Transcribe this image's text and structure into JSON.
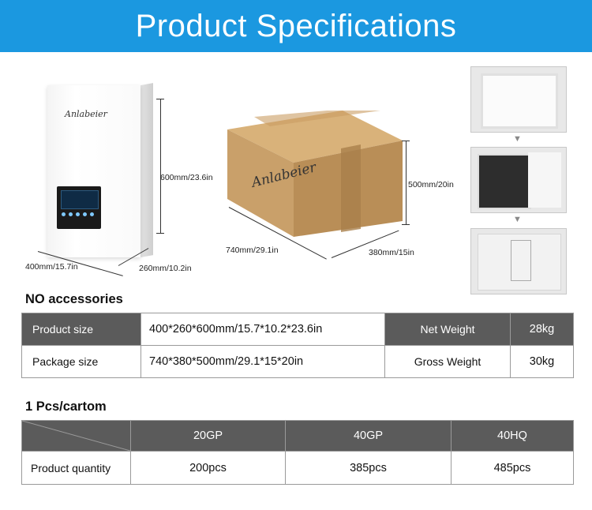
{
  "header": {
    "title": "Product Specifications"
  },
  "boiler": {
    "brand": "Anlabeier",
    "height_label": "600mm/23.6in",
    "width_label": "400mm/15.7in",
    "depth_label": "260mm/10.2in"
  },
  "package": {
    "brand": "Anlabeier",
    "height_label": "500mm/20in",
    "length_label": "740mm/29.1in",
    "width_label": "380mm/15in"
  },
  "accessories": {
    "title": "NO accessories"
  },
  "spec_table": {
    "rows": [
      {
        "label": "Product size",
        "value": "400*260*600mm/15.7*10.2*23.6in",
        "weight_label": "Net Weight",
        "weight_value": "28kg"
      },
      {
        "label": "Package size",
        "value": "740*380*500mm/29.1*15*20in",
        "weight_label": "Gross Weight",
        "weight_value": "30kg"
      }
    ]
  },
  "cartom": {
    "title": "1 Pcs/cartom",
    "columns": [
      "20GP",
      "40GP",
      "40HQ"
    ],
    "row_label": "Product quantity",
    "values": [
      "200pcs",
      "385pcs",
      "485pcs"
    ]
  },
  "colors": {
    "header_bg": "#1b98e0",
    "table_dark": "#5b5b5b",
    "box_cardboard": "#c9a06a"
  }
}
